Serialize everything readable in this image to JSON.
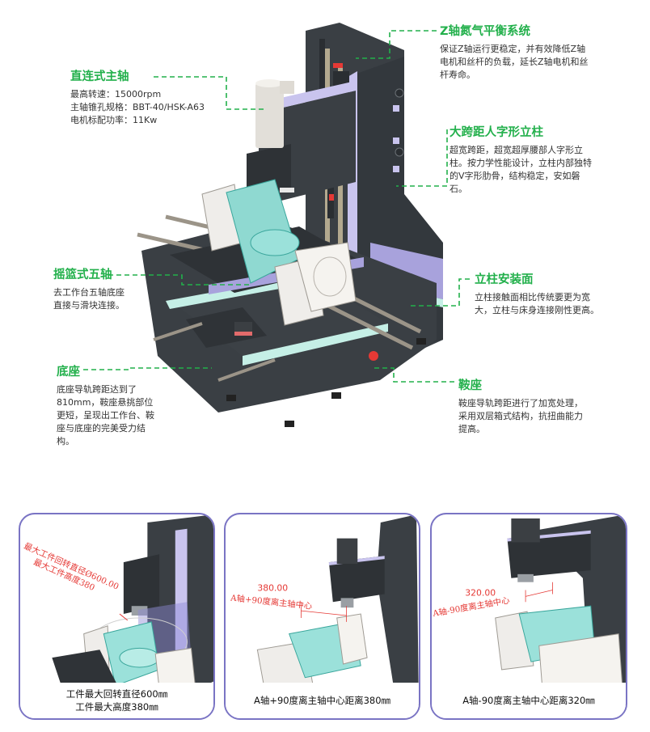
{
  "theme": {
    "accent": "#22b04b",
    "panel_border": "#7a74c4",
    "dimension_red": "#e53935"
  },
  "callouts": {
    "zaxis": {
      "title": "Z轴氮气平衡系统",
      "lines": [
        "保证Z轴运行更稳定，并有效降低Z轴",
        "电机和丝杆的负载，延长Z轴电机和丝",
        "杆寿命。"
      ]
    },
    "spindle": {
      "title": "直连式主轴",
      "lines": [
        "最高转速：15000rpm",
        "主轴锥孔规格：BBT-40/HSK-A63",
        "电机标配功率：11Kw"
      ]
    },
    "column": {
      "title": "大跨距人字形立柱",
      "lines": [
        "超宽跨距，超宽超厚腰部人字形立",
        "柱。按力学性能设计，立柱内部独特",
        "的V字形肋骨，结构稳定，安如磐",
        "石。"
      ]
    },
    "mount": {
      "title": "立柱安装面",
      "lines": [
        "立柱接触面相比传统要更为宽",
        "大，立柱与床身连接刚性更高。"
      ]
    },
    "cradle": {
      "title": "摇篮式五轴",
      "lines": [
        "去工作台五轴底座",
        "直接与滑块连接。"
      ]
    },
    "base": {
      "title": "底座",
      "lines": [
        "底座导轨跨距达到了",
        "810mm，鞍座悬挑部位",
        "更短，呈现出工作台、鞍",
        "座与底座的完美受力结",
        "构。"
      ]
    },
    "saddle": {
      "title": "鞍座",
      "lines": [
        "鞍座导轨跨距进行了加宽处理，",
        "采用双层箱式结构，抗扭曲能力",
        "提高。"
      ]
    }
  },
  "panels": [
    {
      "annotation_lines": [
        "最大工件回转直径Ø600.00",
        "最大工件高度380"
      ],
      "caption_lines": [
        "工件最大回转直径600㎜",
        "工件最大高度380㎜"
      ]
    },
    {
      "dimension_value": "380.00",
      "dimension_label": "A轴+90度离主轴中心",
      "caption_lines": [
        "A轴+90度离主轴中心距离380㎜"
      ]
    },
    {
      "dimension_value": "320.00",
      "dimension_label": "A轴-90度离主轴中心",
      "caption_lines": [
        "A轴-90度离主轴中心距离320㎜"
      ]
    }
  ]
}
